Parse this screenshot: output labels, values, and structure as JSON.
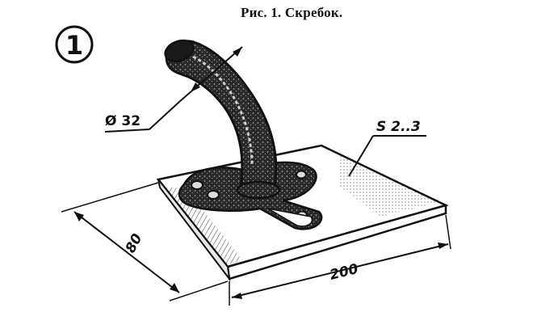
{
  "figure": {
    "title": "Рис. 1. Скребок.",
    "number": "1",
    "dimensions": {
      "diameter": "Ø 32",
      "thickness": "S 2..3",
      "width": "80",
      "length": "200"
    }
  }
}
